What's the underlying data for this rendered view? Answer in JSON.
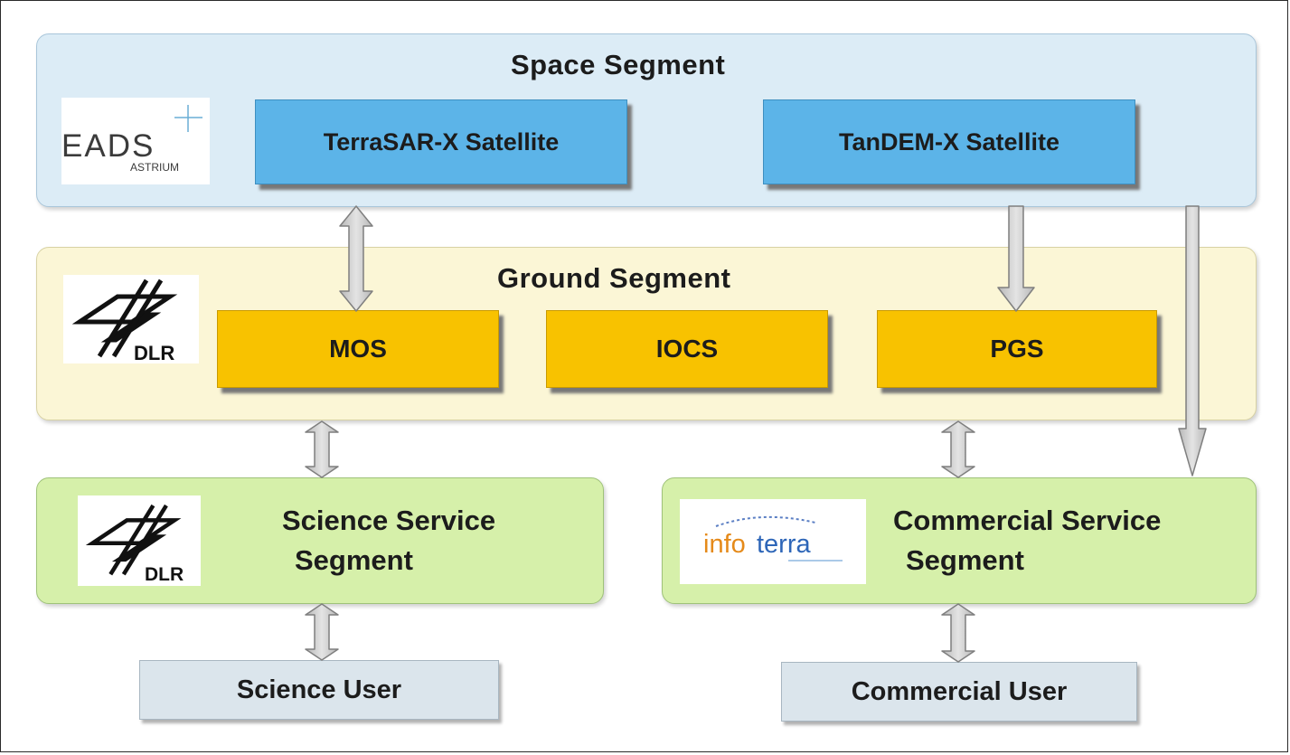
{
  "space": {
    "title": "Space Segment",
    "logo_text": "EADS",
    "logo_subtext": "ASTRIUM",
    "satellite_1": "TerraSAR-X Satellite",
    "satellite_2": "TanDEM-X Satellite"
  },
  "ground": {
    "title": "Ground Segment",
    "logo_text": "DLR",
    "mos": "MOS",
    "iocs": "IOCS",
    "pgs": "PGS"
  },
  "science": {
    "title_line1": "Science Service",
    "title_line2": "Segment",
    "logo_text": "DLR",
    "user": "Science User"
  },
  "commercial": {
    "title_line1": "Commercial Service",
    "title_line2": "Segment",
    "logo_text_a": "info",
    "logo_text_b": "terra",
    "user": "Commercial User"
  },
  "colors": {
    "space_bg": "#dcecf6",
    "ground_bg": "#fbf6d6",
    "service_bg": "#d6f0aa",
    "satellite_box": "#5cb4e8",
    "ground_box": "#f8c200",
    "user_box": "#dbe5ec",
    "arrow": "#c8c8c8"
  }
}
